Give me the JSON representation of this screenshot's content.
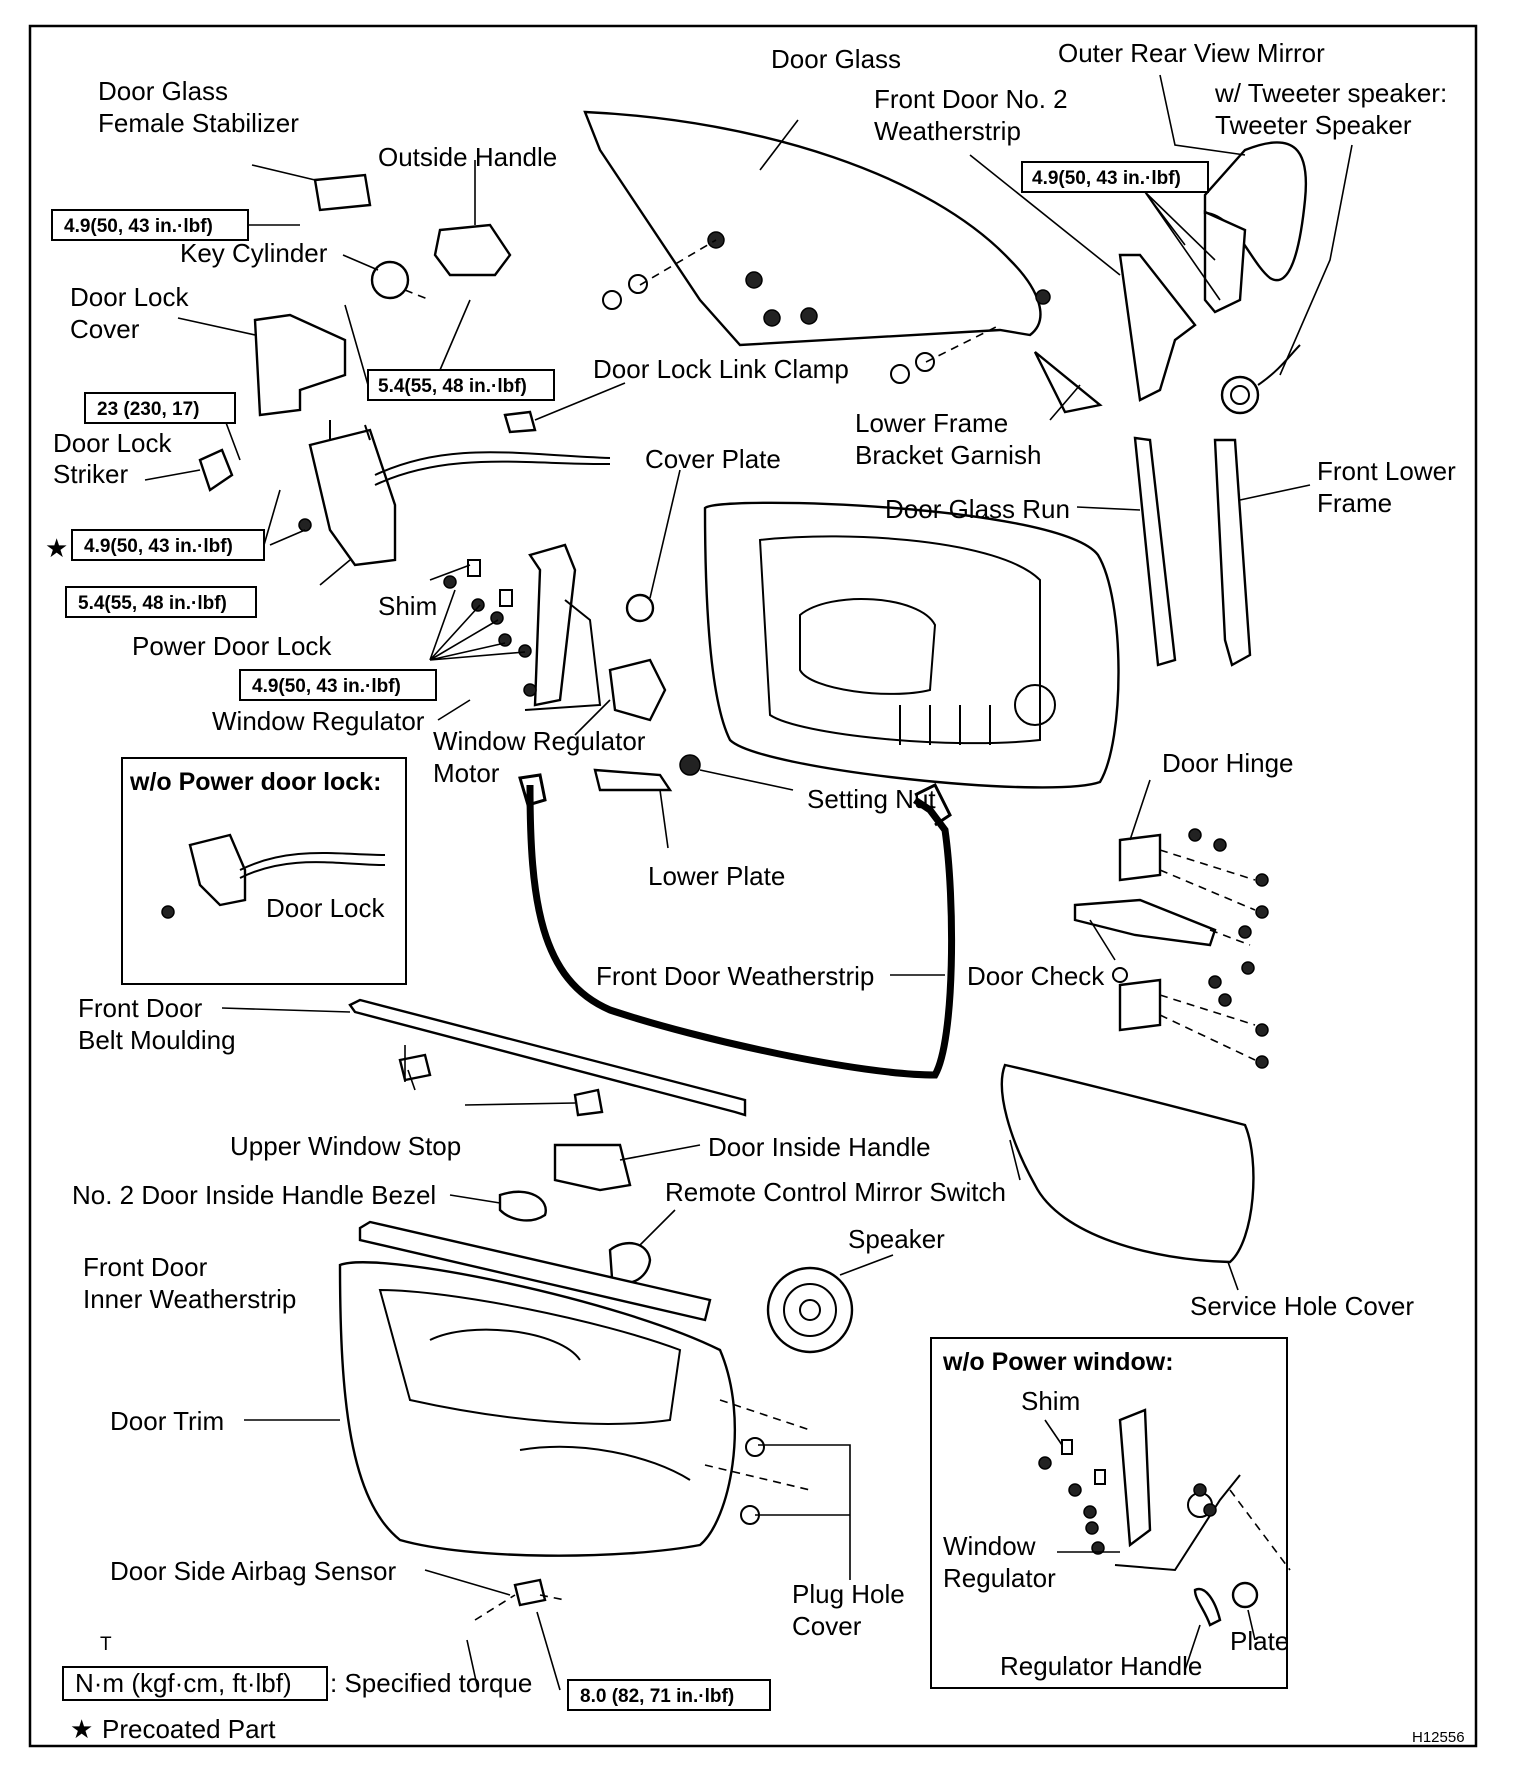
{
  "labels": {
    "door_glass_female_stabilizer": [
      "Door Glass",
      "Female Stabilizer"
    ],
    "outside_handle": "Outside Handle",
    "key_cylinder": "Key Cylinder",
    "door_lock_cover": [
      "Door Lock",
      "Cover"
    ],
    "door_lock_striker": [
      "Door Lock",
      "Striker"
    ],
    "power_door_lock": "Power Door Lock",
    "shim": "Shim",
    "window_regulator": "Window Regulator",
    "window_regulator_motor": [
      "Window Regulator",
      "Motor"
    ],
    "door_glass": "Door Glass",
    "front_door_no2_weatherstrip": [
      "Front Door No. 2",
      "Weatherstrip"
    ],
    "outer_rear_view_mirror": "Outer Rear View Mirror",
    "tweeter_speaker": [
      "w/ Tweeter speaker:",
      "Tweeter Speaker"
    ],
    "door_lock_link_clamp": "Door Lock Link Clamp",
    "cover_plate": "Cover Plate",
    "lower_frame_bracket_garnish": [
      "Lower Frame",
      "Bracket Garnish"
    ],
    "door_glass_run": "Door Glass Run",
    "front_lower_frame": [
      "Front Lower",
      "Frame"
    ],
    "setting_nut": "Setting Nut",
    "lower_plate": "Lower Plate",
    "door_hinge": "Door Hinge",
    "door_check": "Door Check",
    "front_door_weatherstrip": "Front Door Weatherstrip",
    "front_door_belt_moulding": [
      "Front Door",
      "Belt Moulding"
    ],
    "upper_window_stop": "Upper Window Stop",
    "door_inside_handle": "Door Inside Handle",
    "no2_door_inside_handle_bezel": "No. 2 Door Inside Handle Bezel",
    "remote_control_mirror_switch": "Remote Control Mirror Switch",
    "front_door_inner_weatherstrip": [
      "Front Door",
      "Inner Weatherstrip"
    ],
    "speaker": "Speaker",
    "service_hole_cover": "Service Hole Cover",
    "door_trim": "Door Trim",
    "door_side_airbag_sensor": "Door Side Airbag Sensor",
    "plug_hole_cover": [
      "Plug Hole",
      "Cover"
    ],
    "t_mark": "T"
  },
  "insets": {
    "without_power_door_lock": {
      "title": "w/o Power door lock:",
      "door_lock": "Door Lock"
    },
    "without_power_window": {
      "title": "w/o Power window:",
      "shim": "Shim",
      "window_regulator": [
        "Window",
        "Regulator"
      ],
      "regulator_handle": "Regulator Handle",
      "plate": "Plate"
    }
  },
  "torques": {
    "stabilizer": "4.9(50, 43 in.·lbf)",
    "mirror": "4.9(50, 43 in.·lbf)",
    "handle": "5.4(55, 48 in.·lbf)",
    "striker": "23 (230, 17)",
    "lock_precoated": "4.9(50, 43 in.·lbf)",
    "lock_nut": "5.4(55, 48 in.·lbf)",
    "regulator": "4.9(50, 43 in.·lbf)",
    "airbag_sensor": "8.0 (82, 71 in.·lbf)"
  },
  "legend": {
    "unit_box": "N·m (kgf·cm, ft·lbf)",
    "specified_torque": ": Specified torque",
    "precoated_symbol": "★",
    "precoated": "Precoated Part"
  },
  "figure_id": "H12556"
}
